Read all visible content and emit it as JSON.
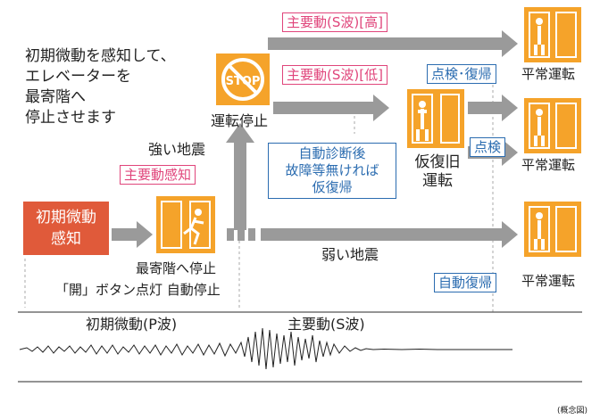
{
  "colors": {
    "accent_orange": "#f5a32a",
    "red_box": "#e05a3a",
    "arrow_gray": "#999999",
    "pink": "#e0457b",
    "blue": "#2b6cb0"
  },
  "intro_lines": [
    "初期微動を感知して、",
    "エレベーターを",
    "最寄階へ",
    "停止させます"
  ],
  "start_box_lines": [
    "初期微動",
    "感知"
  ],
  "labels": {
    "main_high": "主要動(S波)[高]",
    "main_low": "主要動(S波)[低]",
    "main_detect": "主要動感知",
    "strong_quake": "強い地震",
    "weak_quake": "弱い地震",
    "stop_operation": "運転停止",
    "inspect_restore": "点検･復帰",
    "inspect": "点検",
    "auto_restore": "自動復帰",
    "normal_1": "平常運転",
    "normal_2": "平常運転",
    "normal_3": "平常運転",
    "temp_restore_line1": "仮復旧",
    "temp_restore_line2": "運転",
    "nearest_floor_line1": "最寄階へ停止",
    "nearest_floor_line2": "「開」ボタン点灯 自動停止",
    "auto_diag_lines": [
      "自動診断後",
      "故障等無ければ",
      "仮復帰"
    ],
    "p_wave": "初期微動(P波)",
    "s_wave": "主要動(S波)",
    "stop_sign": "STOP",
    "footnote": "(概念図)"
  },
  "icons": {
    "stop": "stop-sign-icon",
    "running_person": "running-person-elevator-icon",
    "standing_person": "standing-person-elevator-icon"
  }
}
